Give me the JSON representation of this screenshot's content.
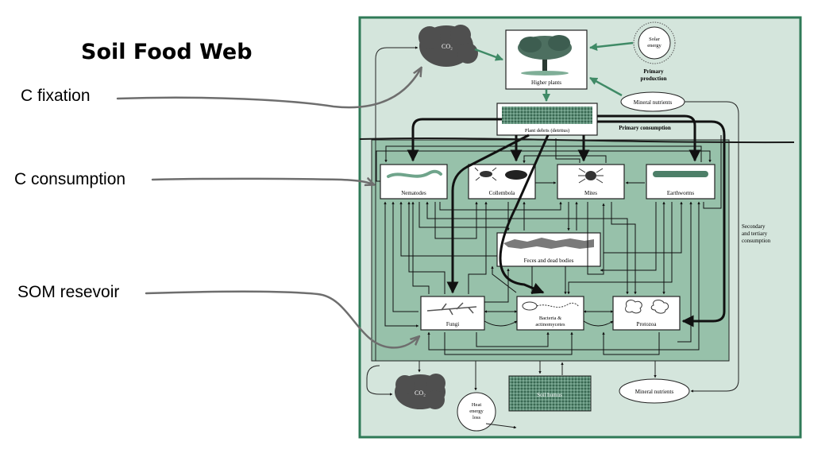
{
  "slide": {
    "title": "Soil Food Web",
    "labels": {
      "fixation": "C fixation",
      "consumption": "C consumption",
      "reservoir": "SOM resevoir"
    }
  },
  "diagram": {
    "co2_top": "CO₂",
    "co2_bottom": "CO₂",
    "solar": [
      "Solar",
      "energy"
    ],
    "primary_production": [
      "Primary",
      "production"
    ],
    "higher_plants": "Higher plants",
    "mineral_nutrients_top": "Mineral nutrients",
    "plant_debris": "Plant debris (detritus)",
    "primary_consumption": "Primary consumption",
    "nematodes": "Nematodes",
    "collembola": "Collembola",
    "mites": "Mites",
    "earthworms": "Earthworms",
    "secondary": [
      "Secondary",
      "and tertiary",
      "consumption"
    ],
    "feces": "Feces and dead bodies",
    "fungi": "Fungi",
    "bacteria": [
      "Bacteria &",
      "actinomycetes"
    ],
    "protozoa": "Protozoa",
    "soil_humus": "Soil humus",
    "heat": [
      "Heat",
      "energy",
      "loss"
    ],
    "mineral_nutrients_bottom": "Mineral nutrients"
  },
  "colors": {
    "panel": "#d4e5dc",
    "inner_panel": "#97c1aa",
    "panel_border": "#2f7a57",
    "arrow_green": "#3f8a66",
    "callout_gray": "#6e6e6e"
  }
}
